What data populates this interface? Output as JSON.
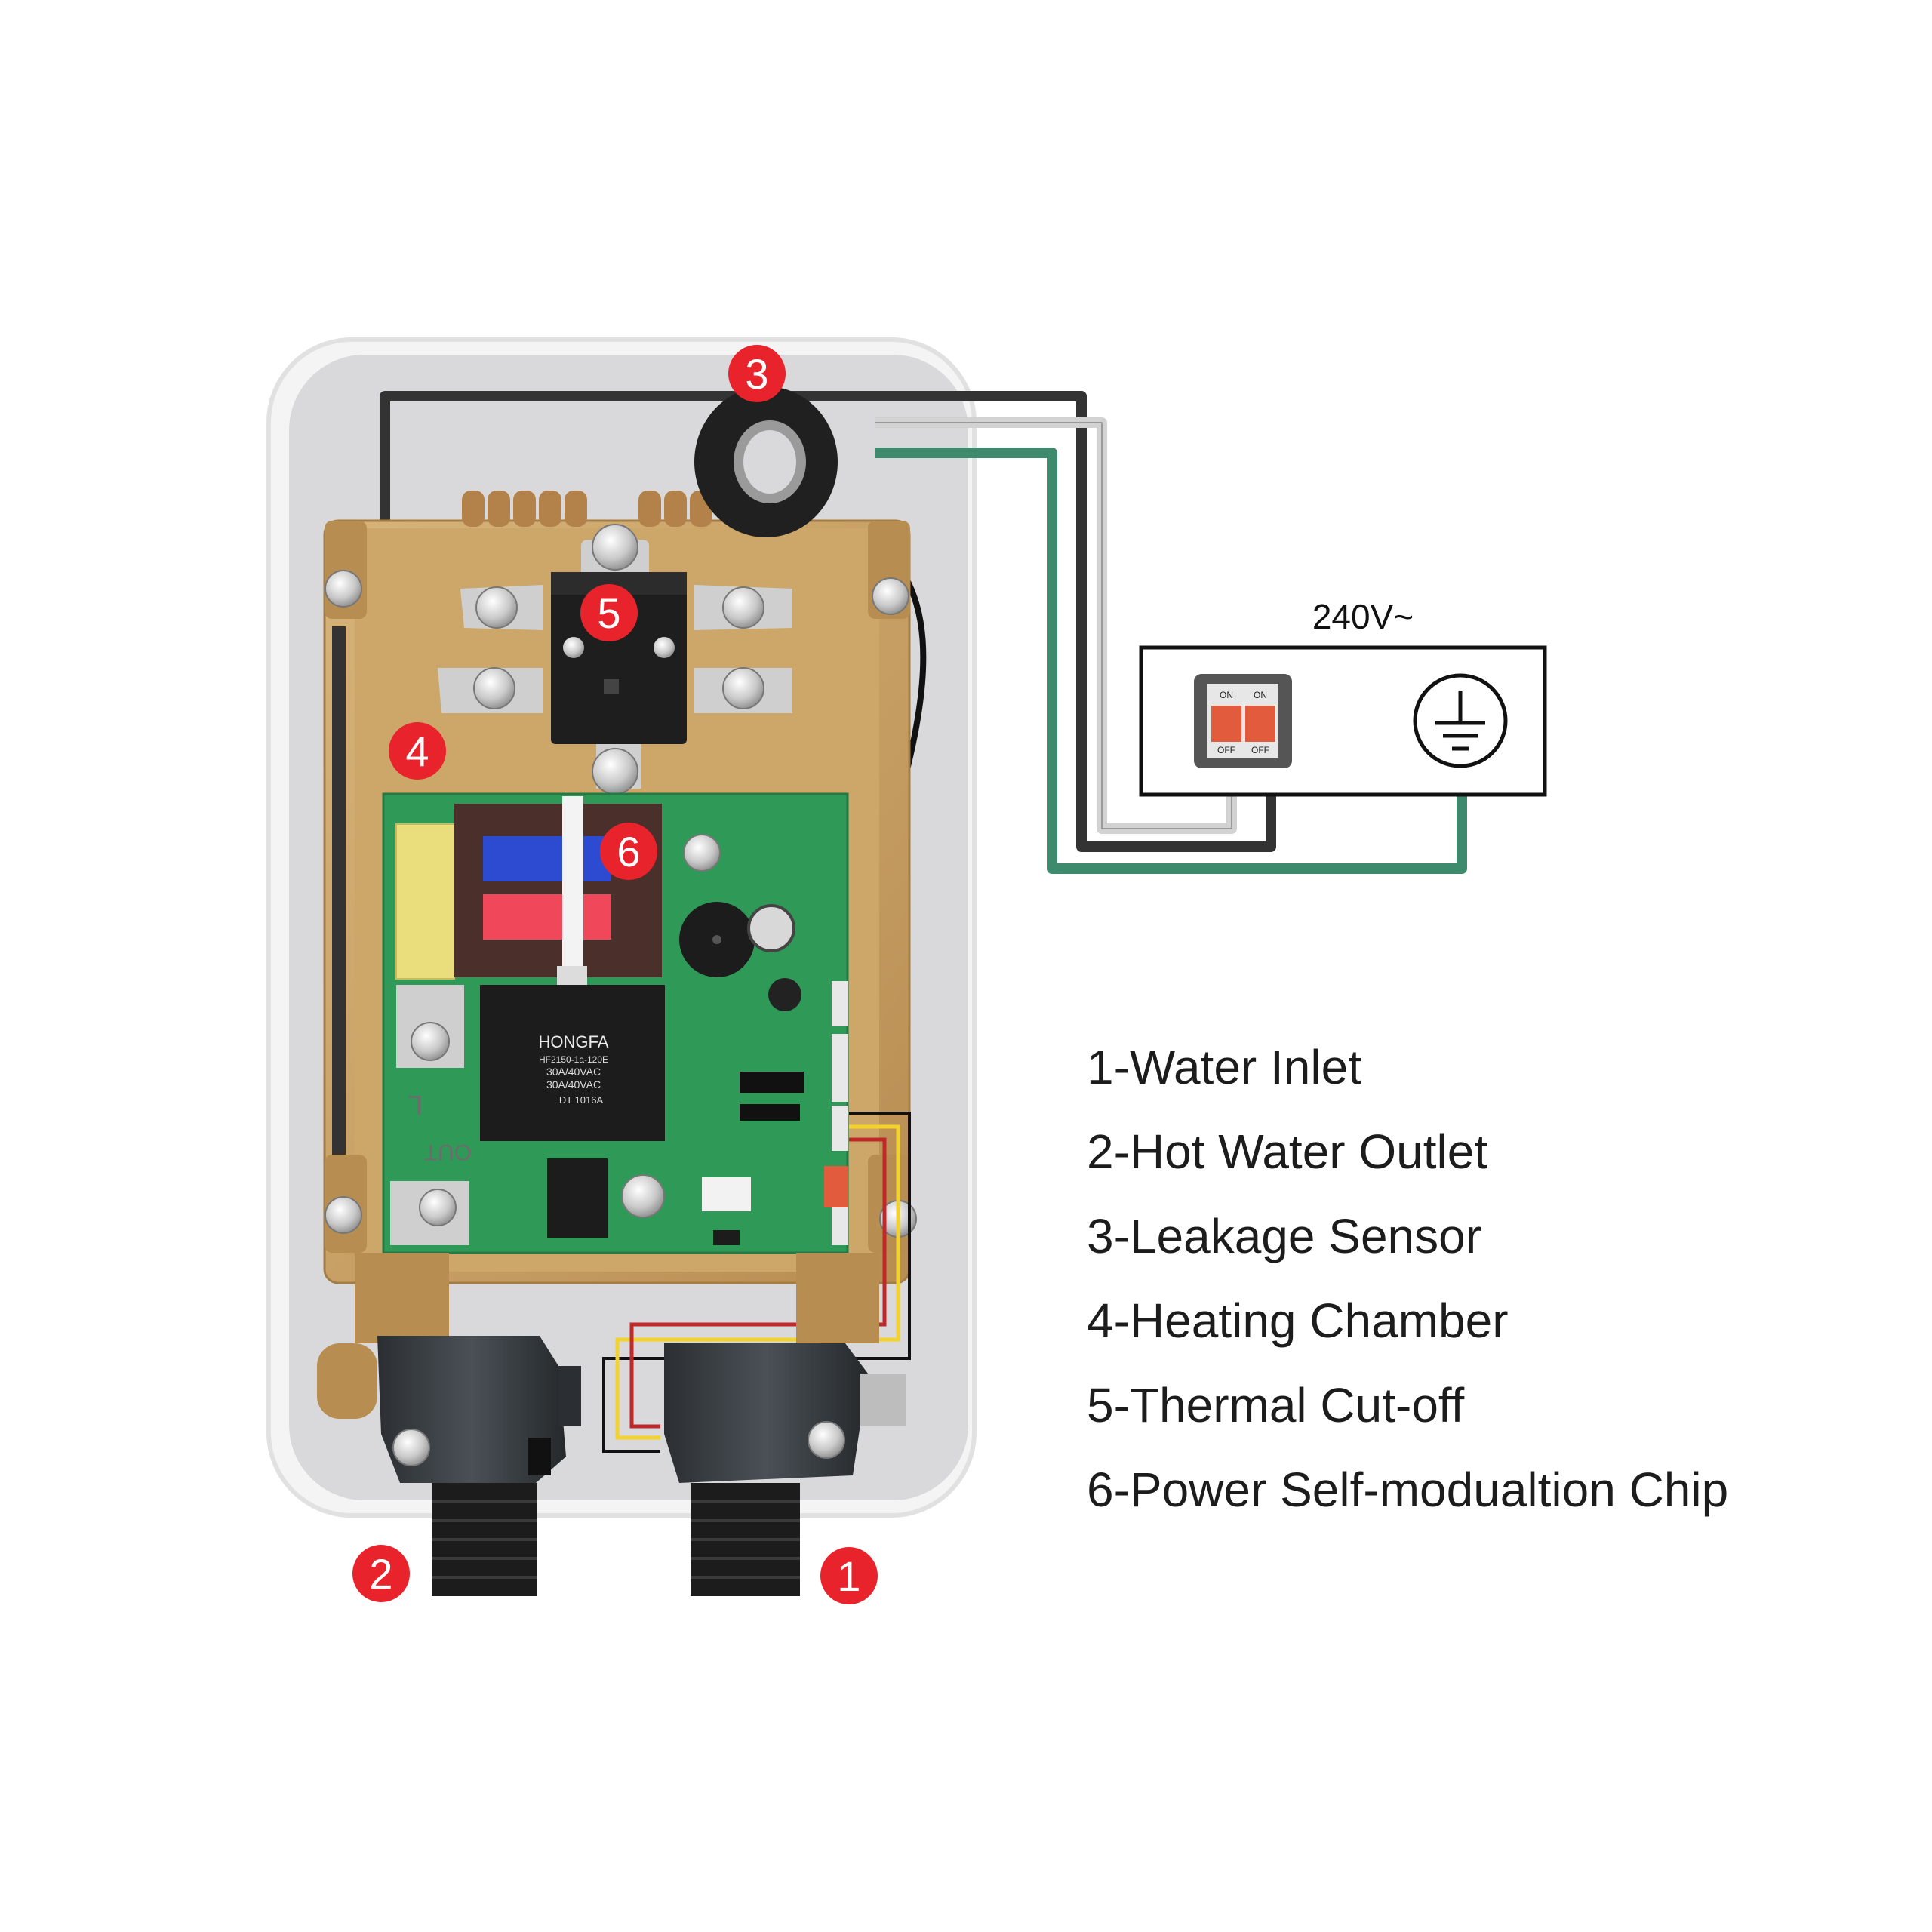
{
  "diagram": {
    "supply_label": "240V~",
    "callouts": {
      "water_inlet": "1",
      "hot_water_outlet": "2",
      "leakage_sensor": "3",
      "heating_chamber": "4",
      "thermal_cutoff": "5",
      "power_chip": "6"
    },
    "pcb": {
      "relay_brand": "HONGFA",
      "relay_model": "HF2150-1a-120E",
      "relay_rating_1": "30A/40VAC",
      "relay_rating_2": "30A/40VAC",
      "relay_code": "DT 1016A",
      "terminal_out": "OUT",
      "terminal_l": "L"
    },
    "breaker": {
      "on_left": "ON",
      "on_right": "ON",
      "off_left": "OFF",
      "off_right": "OFF"
    }
  },
  "legend": [
    "1-Water Inlet",
    "2-Hot Water Outlet",
    "3-Leakage Sensor",
    "4-Heating Chamber",
    "5-Thermal Cut-off",
    "6-Power Self-modualtion Chip"
  ],
  "colors": {
    "callout_red": "#e8232b",
    "copper": "#c9a46a",
    "pcb_green": "#2f9a57",
    "wire_green": "#3e8a6c",
    "wire_dark": "#333333",
    "wire_white": "#d0d0d0",
    "wire_blue": "#3a4fb8",
    "wire_yellow": "#f2d22b",
    "wire_red": "#c0282a"
  }
}
